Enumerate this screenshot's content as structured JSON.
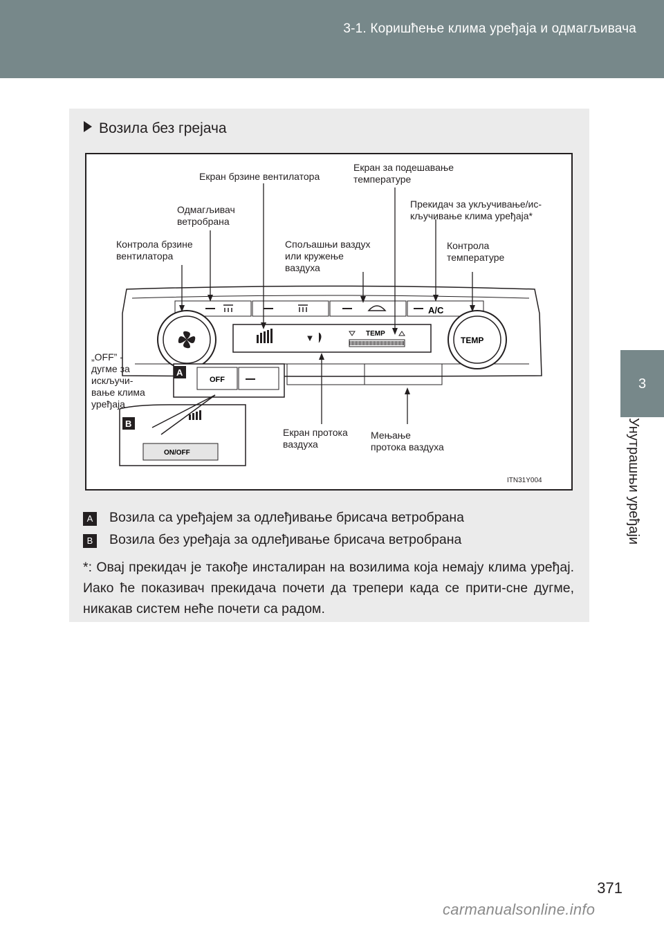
{
  "header": {
    "section": "3-1. Коришћење клима уређаја и одмагљивача"
  },
  "side_tab": {
    "number": "3",
    "title": "Унутрашњи уређаји"
  },
  "panel": {
    "title": "Возила без грејача"
  },
  "figure": {
    "code": "ITN31Y004",
    "labels": {
      "fan_speed_control": "Контрола брзине\nвентилатора",
      "windshield_defogger": "Одмагљивач\nветробрана",
      "fan_speed_display": "Екран брзине вентилатора",
      "outside_recirc": "Спољашњи ваздух\nили кружење\nваздуха",
      "temp_display": "Екран за подешавање\nтемпературе",
      "ac_switch": "Прекидач за укључивање/ис-\nкључивање клима уређаја*",
      "temp_control": "Контрола\n  температуре",
      "off_button": "„OFF” -\nдугме за\nискључи-\nвање клима\nуређаја",
      "airflow_display": "Екран протока\nваздуха",
      "airflow_change": "Мењање\nпротока ваздуха"
    },
    "panel_text": {
      "temp": "TEMP",
      "ac": "A/C",
      "off": "OFF",
      "onoff": "ON/OFF"
    },
    "badges": {
      "a": "A",
      "b": "B"
    }
  },
  "legend": [
    {
      "key": "A",
      "text": "Возила са уређајем за одлеђивање брисача ветробрана"
    },
    {
      "key": "B",
      "text": "Возила без уређаја за одлеђивање брисача ветробрана"
    }
  ],
  "note": "*: Овај прекидач је такође инсталиран на возилима која немају клима уређај. Иако ће показивач прекидача почети да трепери када се прити-сне дугме, никакав систем неће почети са радом.",
  "page_number": "371",
  "watermark": "carmanualsonline.info"
}
